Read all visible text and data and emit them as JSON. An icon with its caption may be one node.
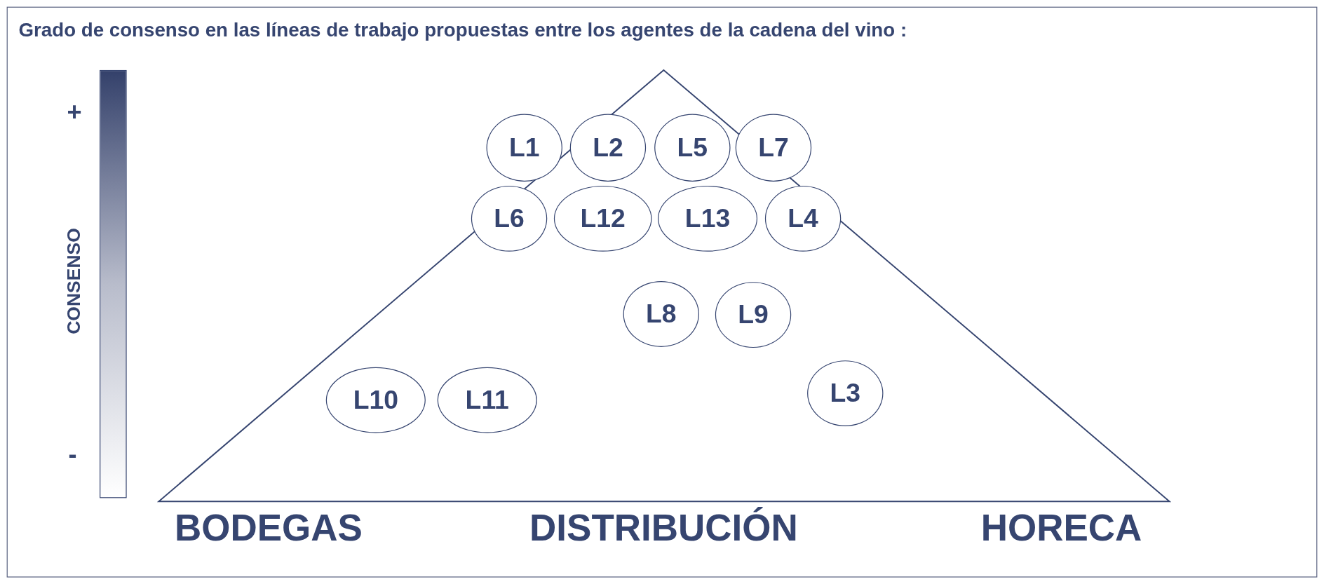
{
  "diagram": {
    "title": "Grado de consenso en las líneas de trabajo propuestas entre los agentes de la cadena del vino :",
    "nodes": [
      {
        "text": [
          "L1"
        ]
      },
      {
        "text": [
          "L2"
        ]
      },
      {
        "text": [
          "L5"
        ]
      },
      {
        "text": [
          "L7"
        ]
      },
      {
        "text": [
          "L6"
        ]
      },
      {
        "text": [
          "L12"
        ]
      },
      {
        "text": [
          "L13"
        ]
      },
      {
        "text": [
          "L4"
        ]
      },
      {
        "text": [
          "L8"
        ]
      },
      {
        "text": [
          "L9"
        ]
      },
      {
        "text": [
          "L10"
        ]
      },
      {
        "text": [
          "L11"
        ]
      },
      {
        "text": [
          "L3"
        ]
      },
      {
        "text": [],
        "shape": "bar"
      }
    ],
    "edges": [],
    "labels": [
      "+",
      "CONSENSO",
      "-",
      "BODEGAS",
      "DISTRIBUCIÓN",
      "HORECA"
    ]
  }
}
